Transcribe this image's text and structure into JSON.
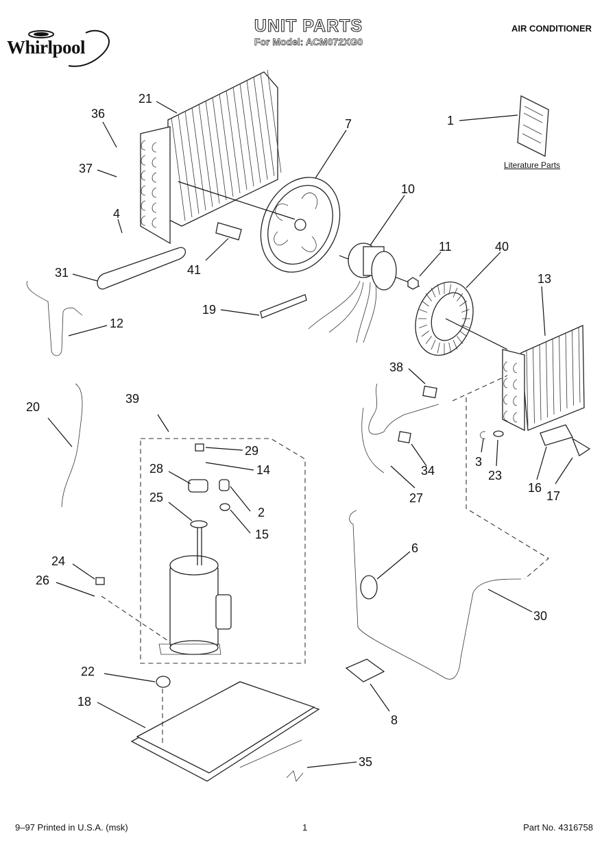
{
  "header": {
    "brand": "Whirlpool",
    "title": "UNIT PARTS",
    "model_line": "For Model: ACM072XG0",
    "category": "AIR CONDITIONER"
  },
  "literature_label": "Literature Parts",
  "part_numbers": {
    "p1": "1",
    "p2": "2",
    "p3": "3",
    "p4": "4",
    "p6": "6",
    "p7": "7",
    "p8": "8",
    "p10": "10",
    "p11": "11",
    "p12": "12",
    "p13": "13",
    "p14": "14",
    "p15": "15",
    "p16": "16",
    "p17": "17",
    "p18": "18",
    "p19": "19",
    "p20": "20",
    "p21": "21",
    "p22": "22",
    "p23": "23",
    "p24": "24",
    "p25": "25",
    "p26": "26",
    "p27": "27",
    "p28": "28",
    "p29": "29",
    "p30": "30",
    "p31": "31",
    "p34": "34",
    "p35": "35",
    "p36": "36",
    "p37": "37",
    "p38": "38",
    "p39": "39",
    "p40": "40",
    "p41": "41"
  },
  "footer": {
    "printed": "9–97 Printed in U.S.A. (msk)",
    "page": "1",
    "part_no": "Part No. 4316758"
  }
}
